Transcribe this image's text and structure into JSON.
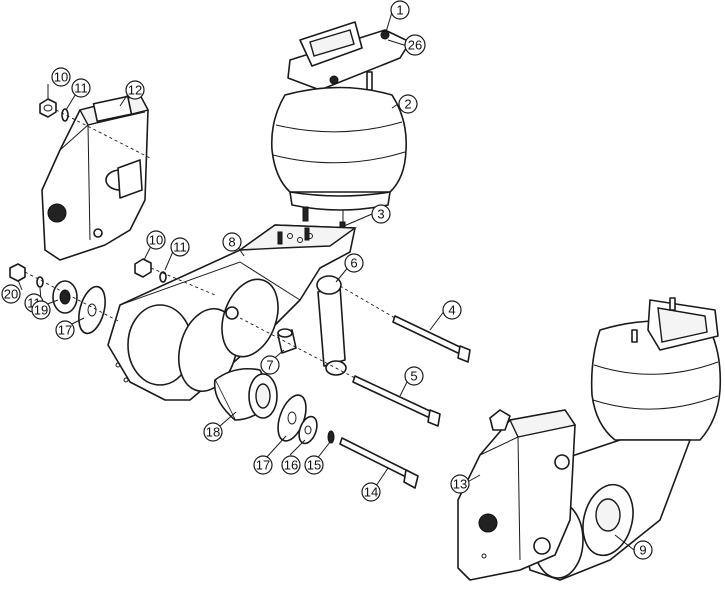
{
  "diagram": {
    "type": "exploded-parts-diagram",
    "colors": {
      "line": "#1a1a1a",
      "background": "#ffffff"
    },
    "callouts": [
      {
        "id": "c1",
        "label": "1"
      },
      {
        "id": "c2",
        "label": "2"
      },
      {
        "id": "c3",
        "label": "3"
      },
      {
        "id": "c4",
        "label": "4"
      },
      {
        "id": "c5",
        "label": "5"
      },
      {
        "id": "c6",
        "label": "6"
      },
      {
        "id": "c7",
        "label": "7"
      },
      {
        "id": "c8",
        "label": "8"
      },
      {
        "id": "c9",
        "label": "9"
      },
      {
        "id": "c10a",
        "label": "10"
      },
      {
        "id": "c10b",
        "label": "10"
      },
      {
        "id": "c11a",
        "label": "11"
      },
      {
        "id": "c11b",
        "label": "11"
      },
      {
        "id": "c11c",
        "label": "11"
      },
      {
        "id": "c12",
        "label": "12"
      },
      {
        "id": "c13",
        "label": "13"
      },
      {
        "id": "c14",
        "label": "14"
      },
      {
        "id": "c15",
        "label": "15"
      },
      {
        "id": "c16",
        "label": "16"
      },
      {
        "id": "c17a",
        "label": "17"
      },
      {
        "id": "c17b",
        "label": "17"
      },
      {
        "id": "c18",
        "label": "18"
      },
      {
        "id": "c19",
        "label": "19"
      },
      {
        "id": "c20",
        "label": "20"
      },
      {
        "id": "c26",
        "label": "26"
      }
    ]
  }
}
